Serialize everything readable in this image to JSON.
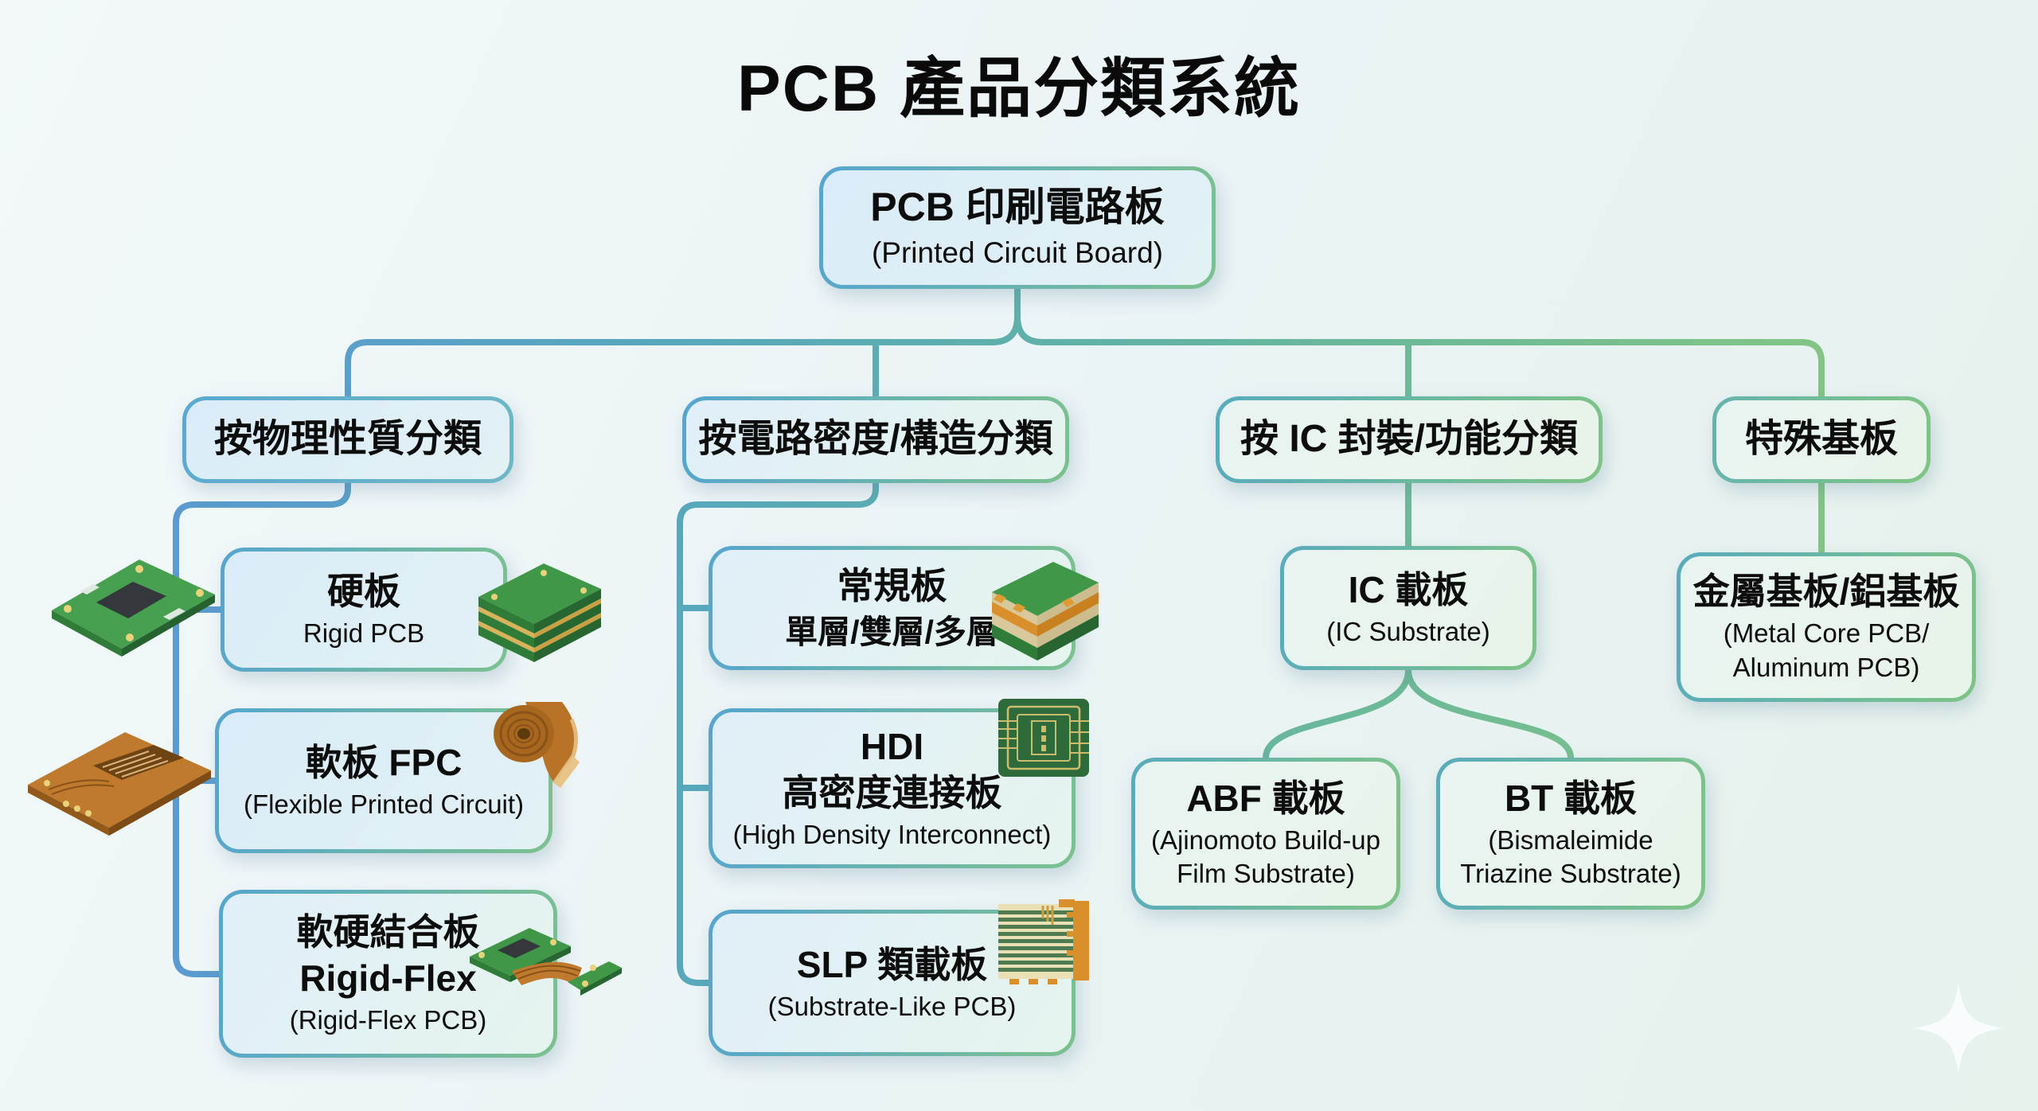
{
  "page_title": "PCB 產品分類系統",
  "root": {
    "title": "PCB 印刷電路板",
    "subtitle": "(Printed Circuit Board)"
  },
  "branches": {
    "physical": {
      "header": "按物理性質分類",
      "children": {
        "rigid": {
          "title": "硬板",
          "subtitle": "Rigid PCB"
        },
        "fpc": {
          "title": "軟板 FPC",
          "subtitle": "(Flexible Printed Circuit)"
        },
        "rigid_flex": {
          "title": "軟硬結合板\nRigid-Flex",
          "subtitle": "(Rigid-Flex PCB)"
        }
      }
    },
    "density": {
      "header": "按電路密度/構造分類",
      "children": {
        "conventional": {
          "title": "常規板",
          "subtitle_zh": "單層/雙層/多層"
        },
        "hdi": {
          "title": "HDI\n高密度連接板",
          "subtitle": "(High Density Interconnect)"
        },
        "slp": {
          "title": "SLP 類載板",
          "subtitle": "(Substrate-Like PCB)"
        }
      }
    },
    "ic": {
      "header": "按 IC 封裝/功能分類",
      "children": {
        "ic_substrate": {
          "title": "IC 載板",
          "subtitle": "(IC Substrate)"
        },
        "abf": {
          "title": "ABF 載板",
          "subtitle": "(Ajinomoto Build-up\nFilm Substrate)"
        },
        "bt": {
          "title": "BT 載板",
          "subtitle": "(Bismaleimide\nTriazine Substrate)"
        }
      }
    },
    "special": {
      "header": "特殊基板",
      "children": {
        "metal": {
          "title": "金屬基板/鋁基板",
          "subtitle": "(Metal Core PCB/\nAluminum PCB)"
        }
      }
    }
  },
  "icons": {
    "rigid_board_photo": "green-pcb-board",
    "rigid_stack": "green-pcb-stack",
    "fpc_board_photo": "orange-flex-board",
    "fpc_roll": "copper-flex-roll",
    "rigid_flex_photo": "rigid-flex-board",
    "multilayer_stack": "multilayer-pcb-stack",
    "hdi_pattern": "hdi-substrate-chip",
    "slp_pattern": "slp-substrate-chip",
    "sparkle": "sparkle-star"
  },
  "colors": {
    "bg_start": "#f3f9fb",
    "bg_mid": "#eaf3f5",
    "bg_end": "#e6f2ec",
    "line_blue": "#5b9bd1",
    "line_teal": "#58a9bb",
    "line_green": "#82c585",
    "box_fill_blue": "#dcedf8",
    "box_fill_green": "#e8f4ec",
    "text_dark": "#0d0d0d",
    "pcb_green": "#3f9747",
    "copper_orange": "#c07a2e"
  }
}
